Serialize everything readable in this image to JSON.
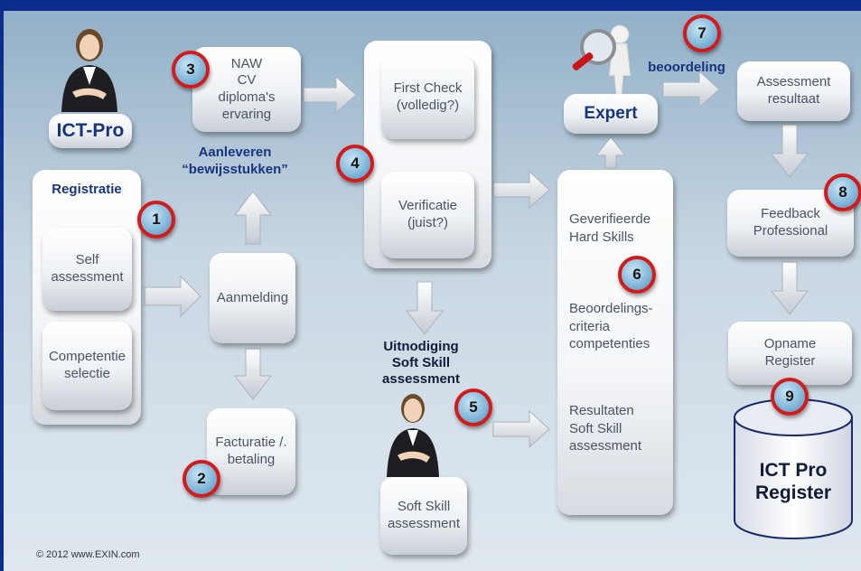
{
  "colors": {
    "title_bar": "#0c2d8c",
    "badge_ring": "#d21c1c",
    "badge_fill": "#7fb6d8",
    "label_blue": "#17357f"
  },
  "labels": {
    "ict_pro": "ICT-Pro",
    "registratie": "Registratie",
    "self_assessment": "Self\nassessment",
    "competentie_selectie": "Competentie\nselectie",
    "aanmelding": "Aanmelding",
    "facturatie": "Facturatie /.\nbetaling",
    "naw": "NAW\nCV\ndiploma's\nervaring",
    "aanleveren": "Aanleveren\n“bewijsstukken”",
    "first_check": "First Check\n(volledig?)",
    "verificatie": "Verificatie\n(juist?)",
    "uitnodiging": "Uitnodiging\nSoft Skill\nassessment",
    "soft_skill_assessment": "Soft Skill\nassessment",
    "geverifieerde": "Geverifieerde\nHard Skills",
    "beoordelingscriteria": "Beoordelings-\ncriteria\ncompetenties",
    "resultaten": "Resultaten\nSoft Skill\nassessment",
    "expert": "Expert",
    "beoordeling": "beoordeling",
    "assessment_resultaat": "Assessment\nresultaat",
    "feedback": "Feedback\nProfessional",
    "opname": "Opname\nRegister",
    "ict_pro_register": "ICT Pro\nRegister"
  },
  "badges": [
    "1",
    "2",
    "3",
    "4",
    "5",
    "6",
    "7",
    "8",
    "9"
  ],
  "icons": [
    "person-icon",
    "magnifier-expert-icon",
    "arrow-icon",
    "database-cylinder-icon"
  ],
  "copyright": "© 2012 www.EXIN.com"
}
